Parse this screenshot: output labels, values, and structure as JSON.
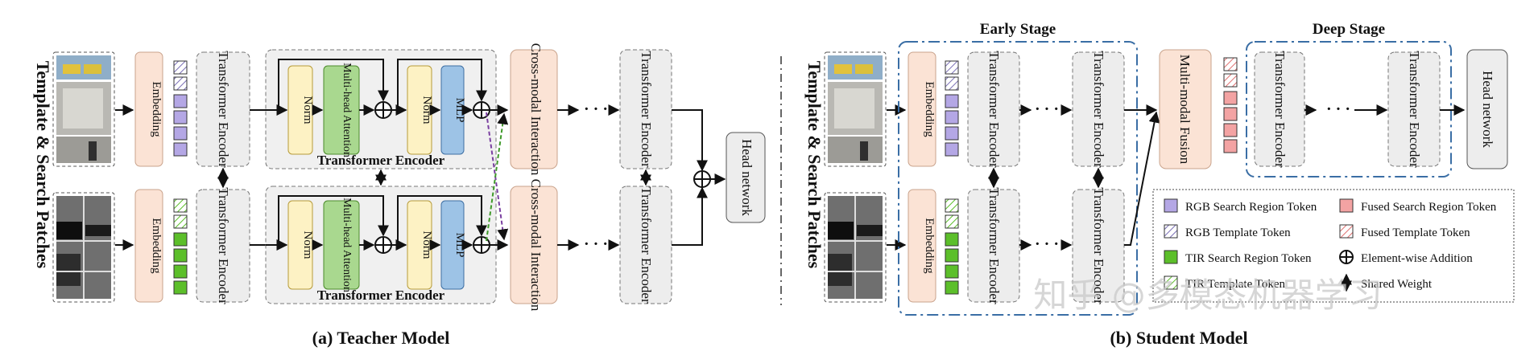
{
  "teacher": {
    "side_label": "Template & Search Patches",
    "embedding": "Embedding",
    "transformer_encoder": "Transformer Encoder",
    "norm": "Norm",
    "attention": "Multi-head Attention",
    "mlp": "MLP",
    "block_caption": "Transformer Encoder",
    "cross_modal": "Cross-modal Interaction",
    "dots": "· · ·",
    "head": "Head network",
    "caption": "(a) Teacher Model"
  },
  "student": {
    "side_label": "Template & Search Patches",
    "early_stage": "Early Stage",
    "deep_stage": "Deep Stage",
    "embedding": "Embedding",
    "transformer_encoder": "Transformer Encoder",
    "fusion": "Multi-modal Fusion",
    "dots": "· · ·",
    "head": "Head network",
    "caption": "(b) Student Model"
  },
  "legend": {
    "rgb_search": "RGB Search Region Token",
    "rgb_template": "RGB Template Token",
    "tir_search": "TIR Search Region Token",
    "tir_template": "TIR Template Token",
    "fused_search": "Fused Search Region Token",
    "fused_template": "Fused Template Token",
    "addition": "Element-wise Addition",
    "shared": "Shared Weight"
  },
  "watermark": "知乎 @多模态机器学习",
  "colors": {
    "embedding": "#fbe3d5",
    "encoder": "#ededed",
    "norm": "#fdf2c4",
    "attention": "#a9d88f",
    "mlp": "#9dc3e6",
    "rgb_token": "#b4a7e5",
    "tir_token": "#5cbf2a",
    "fused_token": "#f3a3a3",
    "stage_border": "#3a6ea5"
  }
}
